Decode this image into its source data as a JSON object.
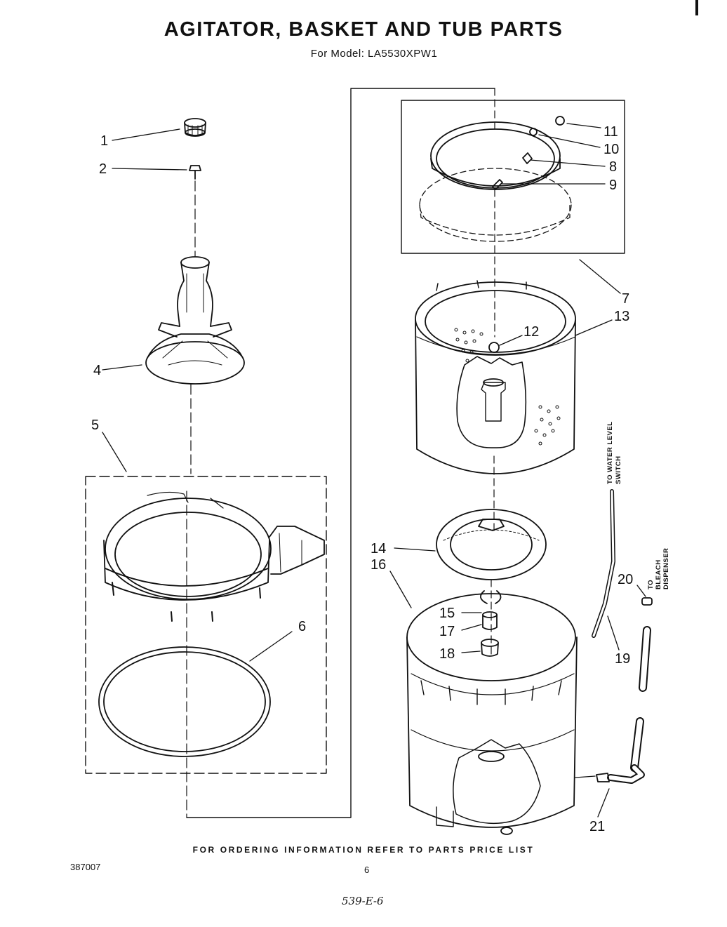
{
  "header": {
    "title": "AGITATOR, BASKET AND TUB PARTS",
    "subtitle": "For Model: LA5530XPW1"
  },
  "footer": {
    "ordering_note": "FOR ORDERING INFORMATION REFER TO PARTS PRICE LIST",
    "doc_number": "387007",
    "page_number": "6",
    "handwritten_note": "539-E-6"
  },
  "callouts": {
    "c1": "1",
    "c2": "2",
    "c4": "4",
    "c5": "5",
    "c6": "6",
    "c7": "7",
    "c8": "8",
    "c9": "9",
    "c10": "10",
    "c11": "11",
    "c12": "12",
    "c13": "13",
    "c14": "14",
    "c15": "15",
    "c16": "16",
    "c17": "17",
    "c18": "18",
    "c19": "19",
    "c20": "20",
    "c21": "21"
  },
  "hose_labels": {
    "water_level_line1": "TO WATER LEVEL",
    "water_level_line2": "SWITCH",
    "bleach_line1": "TO",
    "bleach_line2": "BLEACH",
    "bleach_line3": "DISPENSER"
  }
}
